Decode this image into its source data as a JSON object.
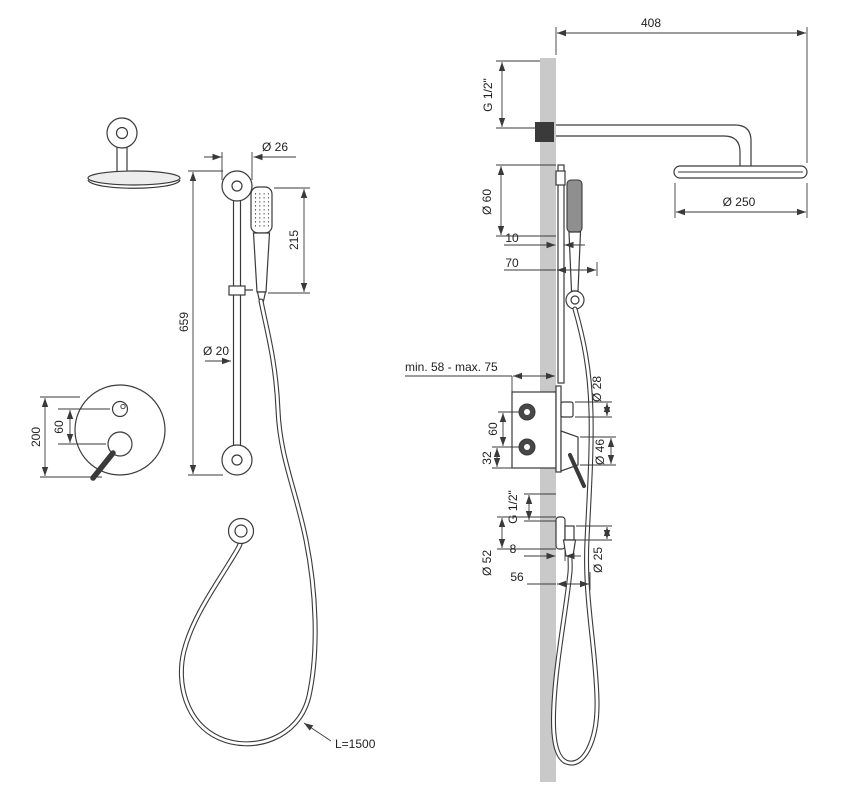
{
  "drawing": {
    "name": "shower-set-technical-drawing",
    "colors": {
      "line": "#3a3a3a",
      "wall": "#c9c9c9",
      "text": "#1f1f1f"
    },
    "front_view": {
      "dia_rail_top": "Ø 26",
      "handshower_height": "215",
      "rail_length": "659",
      "rail_diameter": "Ø 20",
      "mixer_height": "200",
      "knob_spacing": "60",
      "hose_length": "L=1500"
    },
    "side_view": {
      "arm_reach": "408",
      "arm_thread": "G 1/2\"",
      "head_diameter": "Ø 250",
      "bracket_diameter": "Ø 60",
      "rail_offset": "10",
      "handshower_offset": "70",
      "install_depth": "min. 58 - max. 75",
      "trim_knob_small": "Ø 28",
      "inlet_spacing": "60",
      "inlet_bottom_offset": "32",
      "trim_knob_large": "Ø 46",
      "outlet_thread": "G 1/2\"",
      "outlet_flange": "Ø 52",
      "outlet_projection": "8",
      "outlet_nipple": "Ø 25",
      "outlet_height": "56"
    }
  }
}
